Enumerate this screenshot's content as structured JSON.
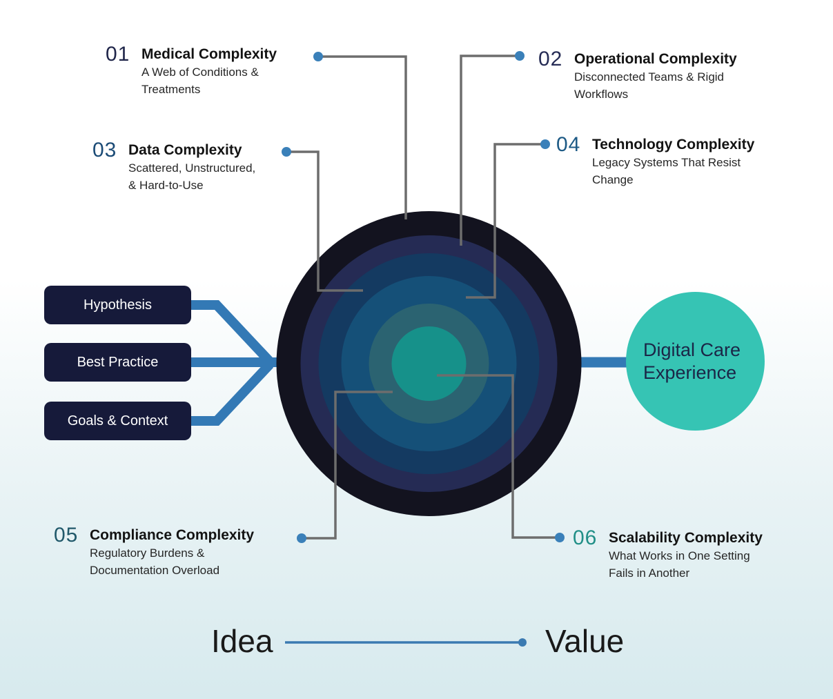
{
  "diagram": {
    "description": "Six layers of complexity between idea and value in building a digital care experience"
  },
  "colors": {
    "accent_blue": "#3379b5",
    "dot_blue": "#3a80b9",
    "connector_gray": "#6d6d6d",
    "flow_line": "#3b7ab1",
    "input_box_bg": "#161a3a",
    "input_box_text": "#ffffff",
    "output_circle_bg": "#36c4b4",
    "output_text": "#1b2647",
    "rings": [
      "#13131f",
      "#252b54",
      "#143a61",
      "#155078",
      "#2b6371",
      "#16918a"
    ]
  },
  "complexity_labels": [
    {
      "number": "01",
      "number_color": "#20264a",
      "title": "Medical Complexity",
      "subtitle": "A Web of Conditions &\nTreatments"
    },
    {
      "number": "02",
      "number_color": "#262c55",
      "title": "Operational Complexity",
      "subtitle": "Disconnected Teams & Rigid\nWorkflows"
    },
    {
      "number": "03",
      "number_color": "#1b4b76",
      "title": "Data Complexity",
      "subtitle": "Scattered, Unstructured,\n& Hard-to-Use"
    },
    {
      "number": "04",
      "number_color": "#1d5a85",
      "title": "Technology Complexity",
      "subtitle": "Legacy Systems That Resist\nChange"
    },
    {
      "number": "05",
      "number_color": "#21596b",
      "title": "Compliance Complexity",
      "subtitle": "Regulatory Burdens &\nDocumentation Overload"
    },
    {
      "number": "06",
      "number_color": "#218f87",
      "title": "Scalability Complexity",
      "subtitle": "What Works in One Setting\nFails in Another"
    }
  ],
  "inputs": {
    "items": [
      "Hypothesis",
      "Best Practice",
      "Goals & Context"
    ]
  },
  "output": {
    "label": "Digital Care\nExperience"
  },
  "flow": {
    "from": "Idea",
    "to": "Value"
  }
}
